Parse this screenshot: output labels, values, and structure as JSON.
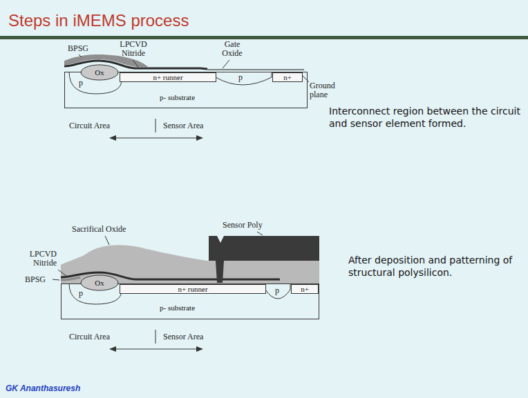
{
  "diagram": {
    "title": "Steps in iMEMS process",
    "nodes": [
      {
        "text": [
          "p- substrate"
        ]
      },
      {
        "text": [
          "Ox"
        ],
        "in": 0
      },
      {
        "text": [
          "n+ runner"
        ],
        "in": 0
      },
      {
        "text": [
          "n+"
        ],
        "in": 0
      },
      {
        "text": [
          "p- substrate"
        ]
      },
      {
        "text": [
          "Ox"
        ],
        "in": 4
      },
      {
        "text": [
          "n+ runner"
        ],
        "in": 4
      },
      {
        "text": [
          "n+"
        ],
        "in": 4
      }
    ],
    "labels": [
      "BPSG",
      "LPCVD Nitride",
      "Gate Oxide",
      "p",
      "p",
      "Ground plane",
      "Circuit Area",
      "Sensor Area",
      "Interconnect region between the circuit and sensor element formed.",
      "Sacrifical Oxide",
      "Sensor Poly",
      "LPCVD Nitride",
      "BPSG",
      "p",
      "p",
      "Circuit Area",
      "Sensor Area",
      "After deposition and patterning of structural polysilicon.",
      "GK Ananthasuresh"
    ]
  }
}
